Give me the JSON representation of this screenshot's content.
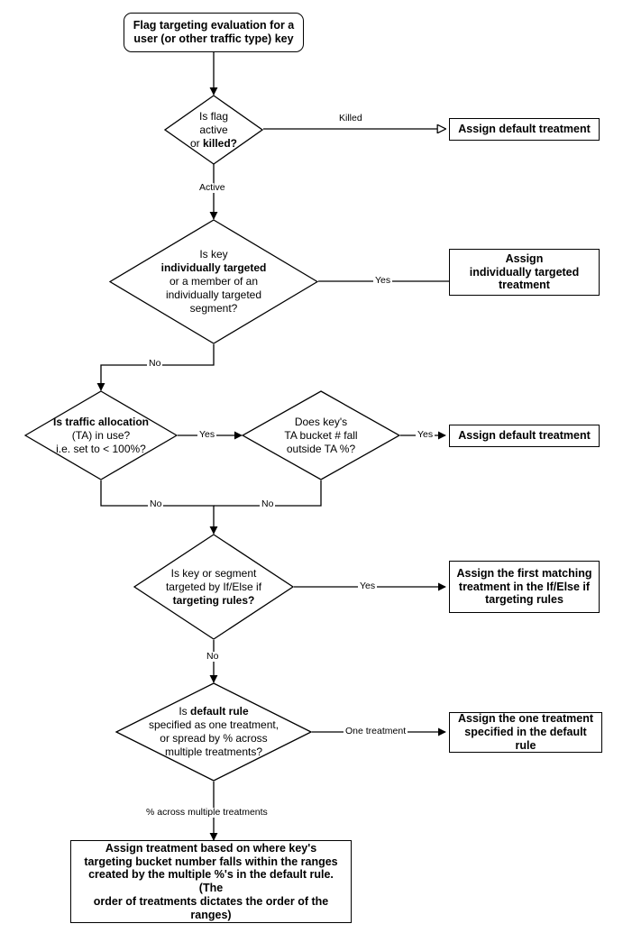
{
  "diagram": {
    "title": "Flag targeting evaluation flow",
    "stroke_color": "#000000",
    "fill_color": "#ffffff",
    "background": "#ffffff"
  },
  "nodes": {
    "start": {
      "type": "terminator",
      "line1": "Flag targeting evaluation for a",
      "line2": "user (or other traffic type) key"
    },
    "d1": {
      "type": "decision",
      "line1": "Is flag",
      "line2": "active",
      "line3_prefix": "or ",
      "line3_bold": "killed?"
    },
    "p1": {
      "type": "process",
      "line1": "Assign default treatment"
    },
    "d2": {
      "type": "decision",
      "line1": "Is key",
      "line2_bold": "individually targeted",
      "line3": "or a member of an",
      "line4": "individually targeted",
      "line5": "segment?"
    },
    "p2": {
      "type": "process",
      "line1": "Assign",
      "line2": "individually targeted",
      "line3": "treatment"
    },
    "d3": {
      "type": "decision",
      "line1_bold": "Is traffic allocation",
      "line2": "(TA) in use?",
      "line3": "i.e. set to < 100%?"
    },
    "d4": {
      "type": "decision",
      "line1": "Does key's",
      "line2": "TA bucket # fall",
      "line3": "outside TA %?"
    },
    "p3": {
      "type": "process",
      "line1": "Assign default treatment"
    },
    "d5": {
      "type": "decision",
      "line1": "Is key or segment",
      "line2": "targeted by If/Else if",
      "line3_bold": "targeting rules?"
    },
    "p4": {
      "type": "process",
      "line1": "Assign the first matching",
      "line2": "treatment in the If/Else if",
      "line3": "targeting rules"
    },
    "d6": {
      "type": "decision",
      "line1_prefix": "Is ",
      "line1_bold": "default rule",
      "line2": "specified as one treatment,",
      "line3": "or spread by % across",
      "line4": "multiple treatments?"
    },
    "p5": {
      "type": "process",
      "line1": "Assign the one treatment",
      "line2": "specified in the default rule"
    },
    "p6": {
      "type": "process",
      "line1": "Assign treatment based on where key's",
      "line2": "targeting bucket number falls within the ranges",
      "line3": "created by the multiple %'s in the default rule. (The",
      "line4": "order of treatments dictates the order of the ranges)"
    }
  },
  "edge_labels": {
    "killed": "Killed",
    "active": "Active",
    "yes_d2": "Yes",
    "no_d2": "No",
    "yes_d3": "Yes",
    "no_d3": "No",
    "yes_d4": "Yes",
    "no_d4": "No",
    "yes_d5": "Yes",
    "no_d5": "No",
    "one_treatment": "One treatment",
    "pct_multiple": "% across multiple treatments"
  }
}
